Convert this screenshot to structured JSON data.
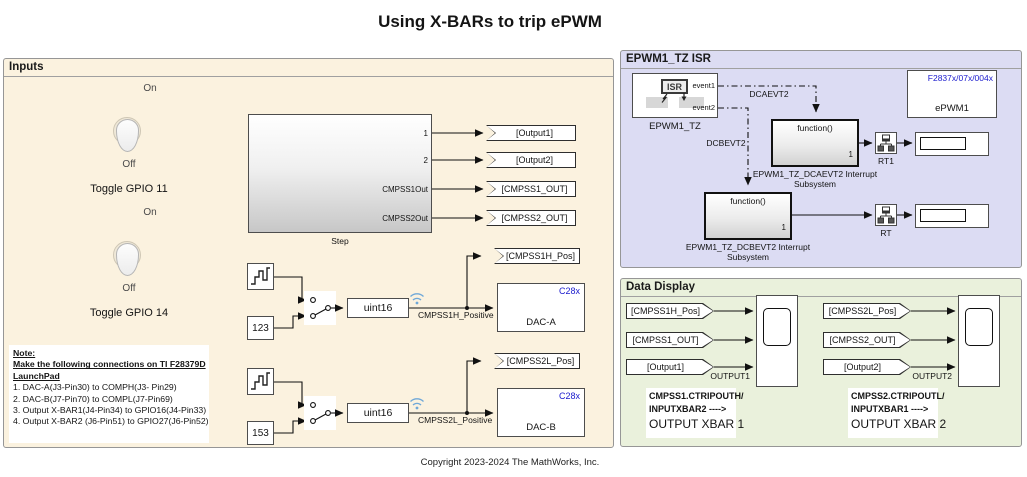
{
  "title": "Using X-BARs to trip ePWM",
  "copyright": "Copyright 2023-2024 The MathWorks, Inc.",
  "colors": {
    "inputs_panel_bg": "#fbf2df",
    "isr_panel_bg": "#dcdcf3",
    "data_panel_bg": "#eaf1dc",
    "chip_text_blue": "#1a1acd",
    "wireless_icon_blue": "#6fa8d8"
  },
  "inputs_panel": {
    "title": "Inputs",
    "toggle1": {
      "on": "On",
      "off": "Off",
      "label": "Toggle GPIO 11"
    },
    "toggle2": {
      "on": "On",
      "off": "Off",
      "label": "Toggle GPIO 14"
    },
    "step_block": {
      "label": "Step",
      "ports": [
        "1",
        "2",
        "CMPSS1Out",
        "CMPSS2Out"
      ]
    },
    "goto_tags": [
      "[Output1]",
      "[Output2]",
      "[CMPSS1_OUT]",
      "[CMPSS2_OUT]"
    ],
    "chain1": {
      "constant": "123",
      "conversion": "uint16",
      "signal_label": "CMPSS1H_Positive",
      "goto_tag": "[CMPSS1H_Pos]",
      "dac_chip": "C28x",
      "dac_label": "DAC-A"
    },
    "chain2": {
      "constant": "153",
      "conversion": "uint16",
      "signal_label": "CMPSS2L_Positive",
      "goto_tag": "[CMPSS2L_Pos]",
      "dac_chip": "C28x",
      "dac_label": "DAC-B"
    },
    "note": {
      "line1": "Note:",
      "line2": "Make the following connections on TI F28379D",
      "line3": "LaunchPad",
      "items": [
        "1. DAC-A(J3-Pin30) to COMPH(J3- Pin29)",
        "2. DAC-B(J7-Pin70) to COMPL(J7-Pin69)",
        "3. Output X-BAR1(J4-Pin34) to GPIO16(J4-Pin33)",
        "4. Output X-BAR2 (J6-Pin51) to GPIO27(J6-Pin52)"
      ]
    }
  },
  "isr_panel": {
    "title": "EPWM1_TZ ISR",
    "epwm_tz_block": {
      "isr_icon_text": "ISR",
      "port1": "event1",
      "port2": "event2",
      "label": "EPWM1_TZ"
    },
    "signal1": "DCAEVT2",
    "signal2": "DCBEVT2",
    "subsystem1": {
      "header": "function()",
      "port": "1",
      "label_line1": "EPWM1_TZ_DCAEVT2 Interrupt",
      "label_line2": "Subsystem"
    },
    "subsystem2": {
      "header": "function()",
      "port": "1",
      "label_line1": "EPWM1_TZ_DCBEVT2 Interrupt",
      "label_line2": "Subsystem"
    },
    "rt1_label": "RT1",
    "rt_label": "RT",
    "epwm1_block": {
      "chip": "F2837x/07x/004x",
      "label": "ePWM1"
    }
  },
  "data_display_panel": {
    "title": "Data Display",
    "group1": {
      "from_tags": [
        "[CMPSS1H_Pos]",
        "[CMPSS1_OUT]",
        "[Output1]"
      ],
      "scope_label": "OUTPUT1",
      "annotation_line1": "CMPSS1.CTRIPOUTH/",
      "annotation_line2": "INPUTXBAR2 ---->",
      "annotation_line3": "OUTPUT XBAR 1"
    },
    "group2": {
      "from_tags": [
        "[CMPSS2L_Pos]",
        "[CMPSS2_OUT]",
        "[Output2]"
      ],
      "scope_label": "OUTPUT2",
      "annotation_line1": "CMPSS2.CTRIPOUTL/",
      "annotation_line2": "INPUTXBAR1 ---->",
      "annotation_line3": "OUTPUT XBAR 2"
    }
  }
}
